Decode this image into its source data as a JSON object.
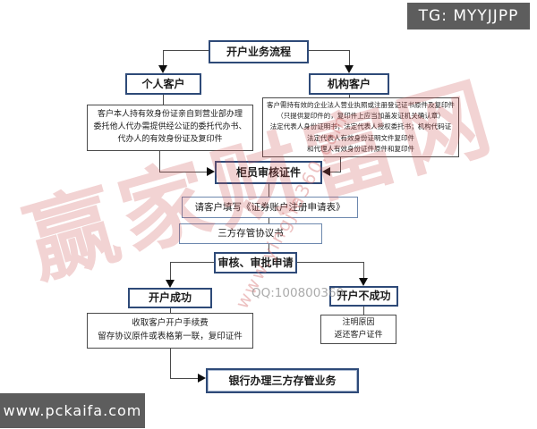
{
  "badges": {
    "tg": "TG: MYYJJPP",
    "site": "www.pckaifa.com"
  },
  "watermarks": {
    "brand": "赢家财富网",
    "url": "www.yingjia360.com",
    "qq": "QQ:100800360"
  },
  "flow": {
    "start": "开户业务流程",
    "personal": "个人客户",
    "institution": "机构客户",
    "personal_req": [
      "客户本人持有效身份证亲自到营业部办理",
      "委托他人代办需提供经公证的委托代办书、",
      "代办人的有效身份证及复印件"
    ],
    "institution_req": [
      "客户需持有效的企业法人营业执照或注册登记证书原件及复印件",
      "（只提供复印件的，复印件上应当加盖发证机关确认章）",
      "法定代表人身份证明书；法定代表人授权委托书；机构代码证",
      "法定代表人有效身份证明文件复印件",
      "和代理人有效身份证件原件和复印件"
    ],
    "review": "柜员审核证件",
    "fill_form": "请客户填写《证券账户注册申请表》",
    "agreement": "三方存管协议书",
    "approve": "审核、审批申请",
    "success": "开户成功",
    "fail": "开户不成功",
    "success_detail": [
      "收取客户开户手续费",
      "留存协议原件或表格第一联，复印证件"
    ],
    "fail_detail": [
      "注明原因",
      "返还客户证件"
    ],
    "bank": "银行办理三方存管业务"
  },
  "colors": {
    "node_border": "#2e4a78",
    "sub_border": "#6d88ae",
    "detail_border": "#4a4a4a",
    "badge_bg": "#5d5d5d",
    "watermark_red": "#cd5555",
    "connector": "#4a4a4a"
  }
}
